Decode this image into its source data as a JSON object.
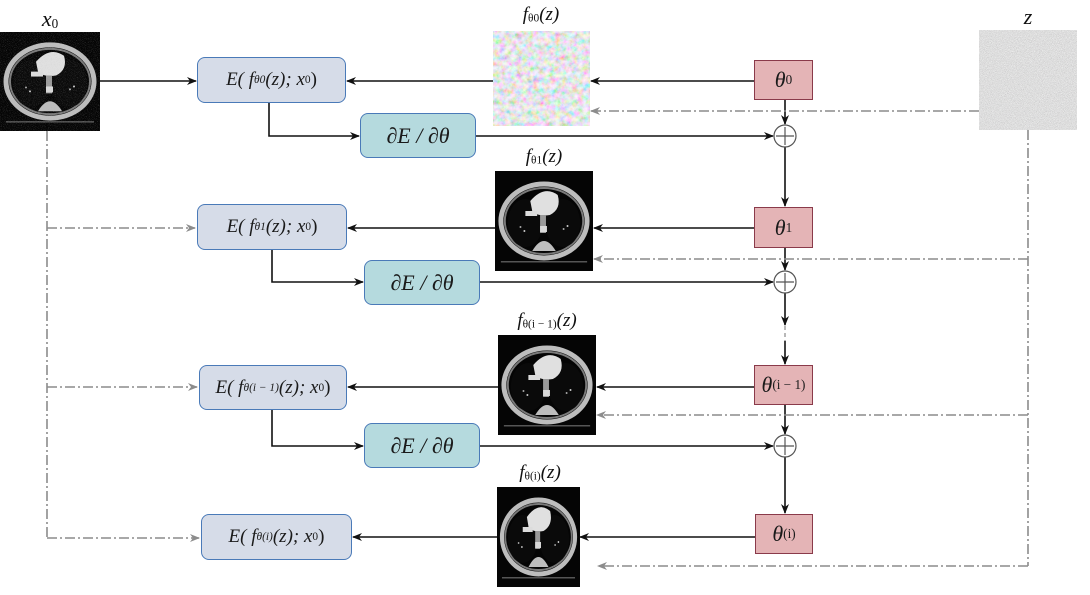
{
  "title": "Deep image prior iterative optimization diagram",
  "inputs": {
    "x0": {
      "label_main": "x",
      "label_sub": "0",
      "image": "noisy-ct-chest-slice"
    },
    "z": {
      "label": "z",
      "image": "gaussian-noise"
    }
  },
  "outputs": [
    {
      "label_f": "f",
      "label_sub": "θ0",
      "label_arg": "(z)",
      "image": "colored-noise"
    },
    {
      "label_f": "f",
      "label_sub": "θ1",
      "label_arg": "(z)",
      "image": "ct-chest-slice"
    },
    {
      "label_f": "f",
      "label_sub": "θ(i − 1)",
      "label_arg": "(z)",
      "image": "ct-chest-slice"
    },
    {
      "label_f": "f",
      "label_sub": "θ(i)",
      "label_arg": "(z)",
      "image": "ct-chest-slice"
    }
  ],
  "energy_boxes": [
    {
      "prefix": "E( f",
      "sub": "θ0",
      "suffix": "(z); x",
      "suffix_sub": "0",
      "close": ")"
    },
    {
      "prefix": "E( f",
      "sub": "θ1",
      "suffix": "(z); x",
      "suffix_sub": "0",
      "close": ")"
    },
    {
      "prefix": "E( f",
      "sub": "θ(i − 1)",
      "suffix": "(z); x",
      "suffix_sub": "0",
      "close": ")"
    },
    {
      "prefix": "E( f",
      "sub": "θ(i)",
      "suffix": "(z); x",
      "suffix_sub": "0",
      "close": ")"
    }
  ],
  "gradient_boxes": [
    {
      "label": "∂E / ∂θ"
    },
    {
      "label": "∂E / ∂θ"
    },
    {
      "label": "∂E / ∂θ"
    }
  ],
  "parameter_boxes": [
    {
      "main": "θ",
      "sub": "0"
    },
    {
      "main": "θ",
      "sub": "1"
    },
    {
      "main": "θ",
      "sub": "(i − 1)"
    },
    {
      "main": "θ",
      "sub": "(i)"
    }
  ],
  "sum_symbol": "+",
  "colors": {
    "energy_fill": "#d6dce8",
    "energy_border": "#4a7ab8",
    "gradient_fill": "#b5dade",
    "param_fill": "#e4b4b6",
    "param_border": "#8a3a4a",
    "solid_arrow": "#111111",
    "dashed_arrow": "#8c8c8c"
  }
}
